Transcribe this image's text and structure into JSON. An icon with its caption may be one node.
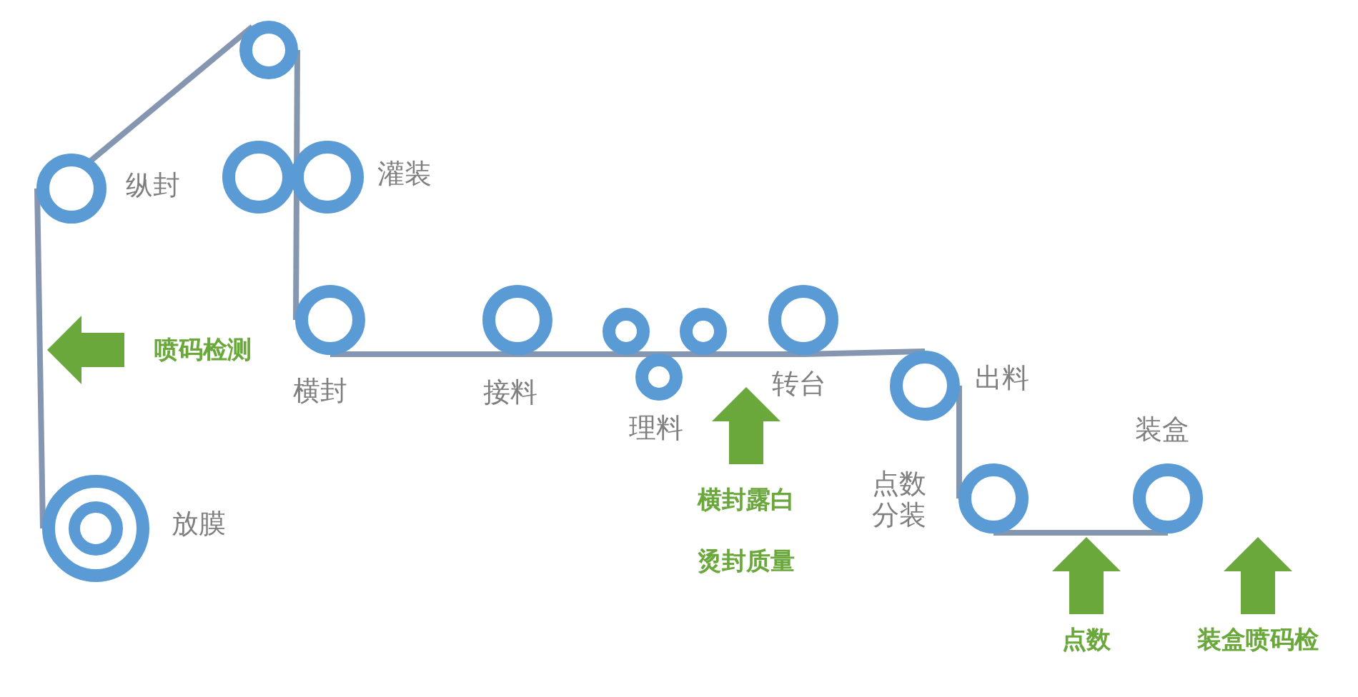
{
  "diagram": {
    "nodes": [
      {
        "text": [],
        "shape": "circle",
        "beside": [
          "放膜"
        ]
      },
      {
        "text": [],
        "shape": "circle",
        "beside": [
          "纵封"
        ]
      },
      {
        "text": [],
        "shape": "circle"
      },
      {
        "text": [],
        "shape": "circle"
      },
      {
        "text": [],
        "shape": "circle",
        "beside": [
          "灌装"
        ]
      },
      {
        "text": [],
        "shape": "circle",
        "beside": [
          "横封"
        ]
      },
      {
        "text": [],
        "shape": "circle",
        "beside": [
          "接料"
        ]
      },
      {
        "text": [],
        "shape": "circle"
      },
      {
        "text": [],
        "shape": "circle",
        "beside": [
          "理料"
        ]
      },
      {
        "text": [],
        "shape": "circle"
      },
      {
        "text": [],
        "shape": "circle",
        "beside": [
          "转台"
        ]
      },
      {
        "text": [],
        "shape": "circle",
        "beside": [
          "出料"
        ]
      },
      {
        "text": [],
        "shape": "circle",
        "beside": [
          "点数分装"
        ]
      },
      {
        "text": [],
        "shape": "circle",
        "beside": [
          "装盒"
        ]
      }
    ],
    "edges": [
      {
        "from": 0,
        "to": 1,
        "arrow": "none"
      },
      {
        "from": 1,
        "to": 2,
        "arrow": "none"
      },
      {
        "from": 2,
        "to": 5,
        "arrow": "none"
      },
      {
        "from": 5,
        "to": 6,
        "arrow": "none"
      },
      {
        "from": 6,
        "to": 7,
        "arrow": "none"
      },
      {
        "from": 7,
        "to": 8,
        "arrow": "none"
      },
      {
        "from": 8,
        "to": 9,
        "arrow": "none"
      },
      {
        "from": 9,
        "to": 10,
        "arrow": "none"
      },
      {
        "from": 10,
        "to": 11,
        "arrow": "none"
      },
      {
        "from": 11,
        "to": 12,
        "arrow": "none"
      },
      {
        "from": 12,
        "to": 13,
        "arrow": "none"
      }
    ],
    "labels": [
      "喷码检测",
      "横封露白",
      "烫封质量",
      "点数",
      "装盒喷码检"
    ]
  }
}
